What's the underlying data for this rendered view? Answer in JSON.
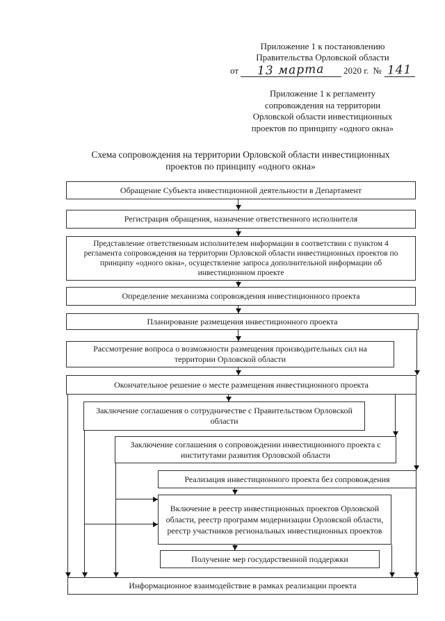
{
  "document": {
    "appendix_resolution": {
      "line1": "Приложение 1 к постановлению",
      "line2": "Правительства Орловской области",
      "from_label": "от",
      "date_handwritten": "13 марта",
      "year_label": "2020 г.",
      "number_sign": "№",
      "number_handwritten": "141"
    },
    "appendix_regulation": {
      "line1": "Приложение 1 к регламенту",
      "line2": "сопровождения на территории",
      "line3": "Орловской области инвестиционных",
      "line4": "проектов по принципу «одного окна»"
    },
    "title_line1": "Схема сопровождения на территории Орловской области инвестиционных",
    "title_line2": "проектов по принципу «одного окна»"
  },
  "flowchart": {
    "nodes": {
      "n1": "Обращение Субъекта инвестиционной деятельности в Департамент",
      "n2": "Регистрация обращения, назначение ответственного исполнителя",
      "n3": "Представление ответственным исполнителем информации в соответствии с пунктом 4 регламента сопровождения на территории Орловской области инвестиционных проектов по принципу «одного окна», осуществление запроса дополнительной информации об инвестиционном проекте",
      "n4": "Определение механизма сопровождения инвестиционного проекта",
      "n5": "Планирование размещения  инвестиционного проекта",
      "n6": "Рассмотрение вопроса о возможности размещения производительных сил на территории Орловской области",
      "n7": "Окончательное решение о месте размещения инвестиционного проекта",
      "n8": "Заключение соглашения о сотрудничестве с Правительством Орловской области",
      "n9": "Заключение соглашения о сопровождении инвестиционного проекта с институтами развития Орловской области",
      "n10": "Реализация инвестиционного проекта без сопровождения",
      "n11": "Включение в реестр инвестиционных проектов Орловской области, реестр программ модернизации Орловской области, реестр участников региональных инвестиционных проектов",
      "n12": "Получение  мер государственной поддержки",
      "n13": "Информационное взаимодействие в рамках реализации проекта"
    },
    "edges": [
      {
        "from": "n1",
        "to": "n2"
      },
      {
        "from": "n2",
        "to": "n3"
      },
      {
        "from": "n3",
        "to": "n4"
      },
      {
        "from": "n4",
        "to": "n5"
      },
      {
        "from": "n5",
        "to": "n6"
      },
      {
        "from": "n6",
        "to": "n7"
      },
      {
        "from": "n5",
        "to": "n7"
      },
      {
        "from": "n7",
        "to": "n8"
      },
      {
        "from": "n7",
        "to": "n9"
      },
      {
        "from": "n7",
        "to": "n10"
      },
      {
        "from": "n8",
        "to": "n11"
      },
      {
        "from": "n9",
        "to": "n11"
      },
      {
        "from": "n10",
        "to": "n11"
      },
      {
        "from": "n11",
        "to": "n12"
      },
      {
        "from": "n7",
        "to": "n13"
      },
      {
        "from": "n8",
        "to": "n13"
      },
      {
        "from": "n9",
        "to": "n13"
      },
      {
        "from": "n10",
        "to": "n13"
      },
      {
        "from": "n11",
        "to": "n13"
      }
    ]
  }
}
